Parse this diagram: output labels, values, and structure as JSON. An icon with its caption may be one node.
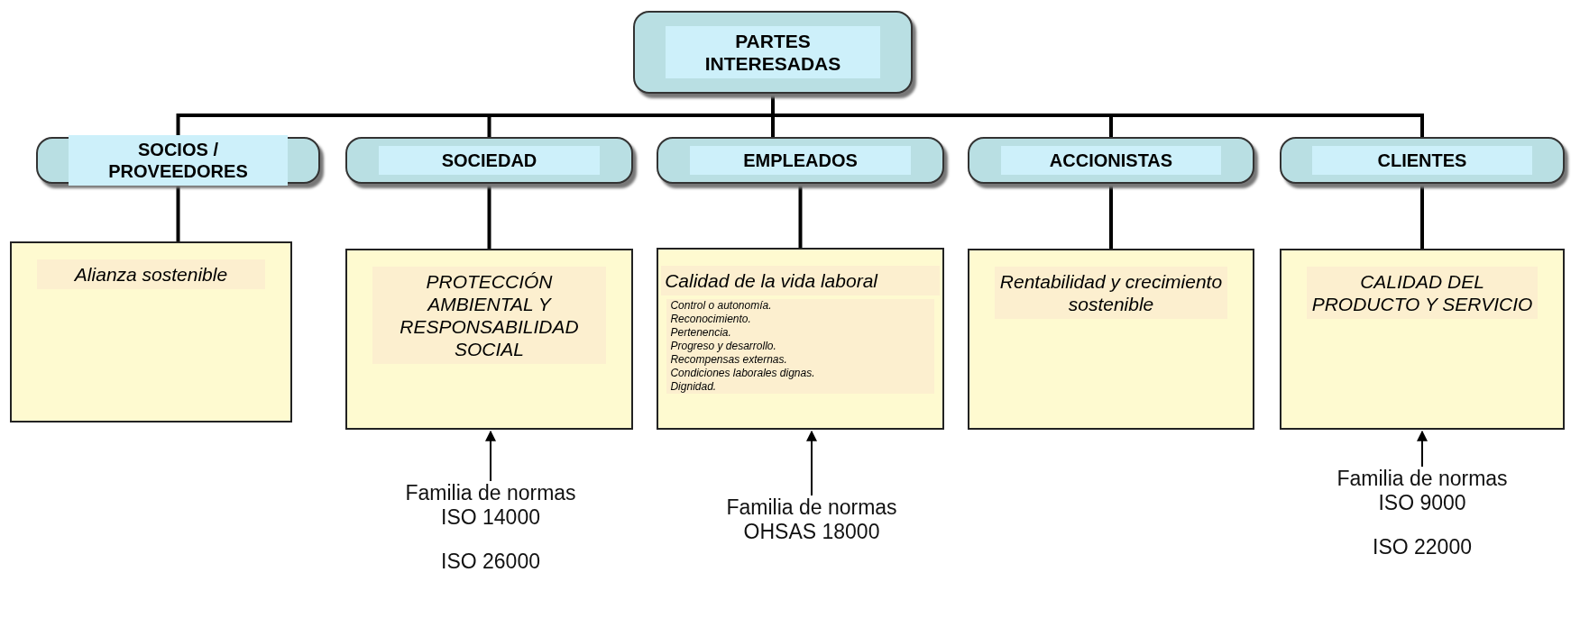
{
  "diagram": {
    "nodes": [
      {
        "text": [
          "PARTES INTERESADAS"
        ]
      },
      {
        "text": [
          "SOCIOS / PROVEEDORES"
        ]
      },
      {
        "text": [
          "SOCIEDAD"
        ]
      },
      {
        "text": [
          "EMPLEADOS"
        ]
      },
      {
        "text": [
          "ACCIONISTAS"
        ]
      },
      {
        "text": [
          "CLIENTES"
        ]
      },
      {
        "text": [
          "Alianza sostenible"
        ]
      },
      {
        "text": [
          "PROTECCIÓN AMBIENTAL Y RESPONSABILIDAD SOCIAL"
        ]
      },
      {
        "text": [
          "Calidad de la vida laboral",
          "Control o autonomía.",
          "Reconocimiento.",
          "Pertenencia.",
          "Progreso y desarrollo.",
          "Recompensas externas.",
          "Condiciones laborales dignas.",
          "Dignidad."
        ]
      },
      {
        "text": [
          "Rentabilidad y crecimiento sostenible"
        ]
      },
      {
        "text": [
          "CALIDAD DEL PRODUCTO Y SERVICIO"
        ]
      },
      {
        "text": [
          "Familia de normas ISO 14000",
          "ISO 26000"
        ]
      },
      {
        "text": [
          "Familia de normas OHSAS 18000"
        ]
      },
      {
        "text": [
          "Familia de normas ISO 9000",
          "ISO 22000"
        ]
      }
    ],
    "edges": [
      {
        "from": 0,
        "to": 1,
        "arrow": "none"
      },
      {
        "from": 0,
        "to": 2,
        "arrow": "none"
      },
      {
        "from": 0,
        "to": 3,
        "arrow": "none"
      },
      {
        "from": 0,
        "to": 4,
        "arrow": "none"
      },
      {
        "from": 0,
        "to": 5,
        "arrow": "none"
      },
      {
        "from": 1,
        "to": 6,
        "arrow": "none"
      },
      {
        "from": 2,
        "to": 7,
        "arrow": "none"
      },
      {
        "from": 3,
        "to": 8,
        "arrow": "none"
      },
      {
        "from": 4,
        "to": 9,
        "arrow": "none"
      },
      {
        "from": 5,
        "to": 10,
        "arrow": "none"
      },
      {
        "from": 11,
        "to": 7,
        "arrow": "to"
      },
      {
        "from": 12,
        "to": 8,
        "arrow": "to"
      },
      {
        "from": 13,
        "to": 10,
        "arrow": "to"
      }
    ]
  }
}
